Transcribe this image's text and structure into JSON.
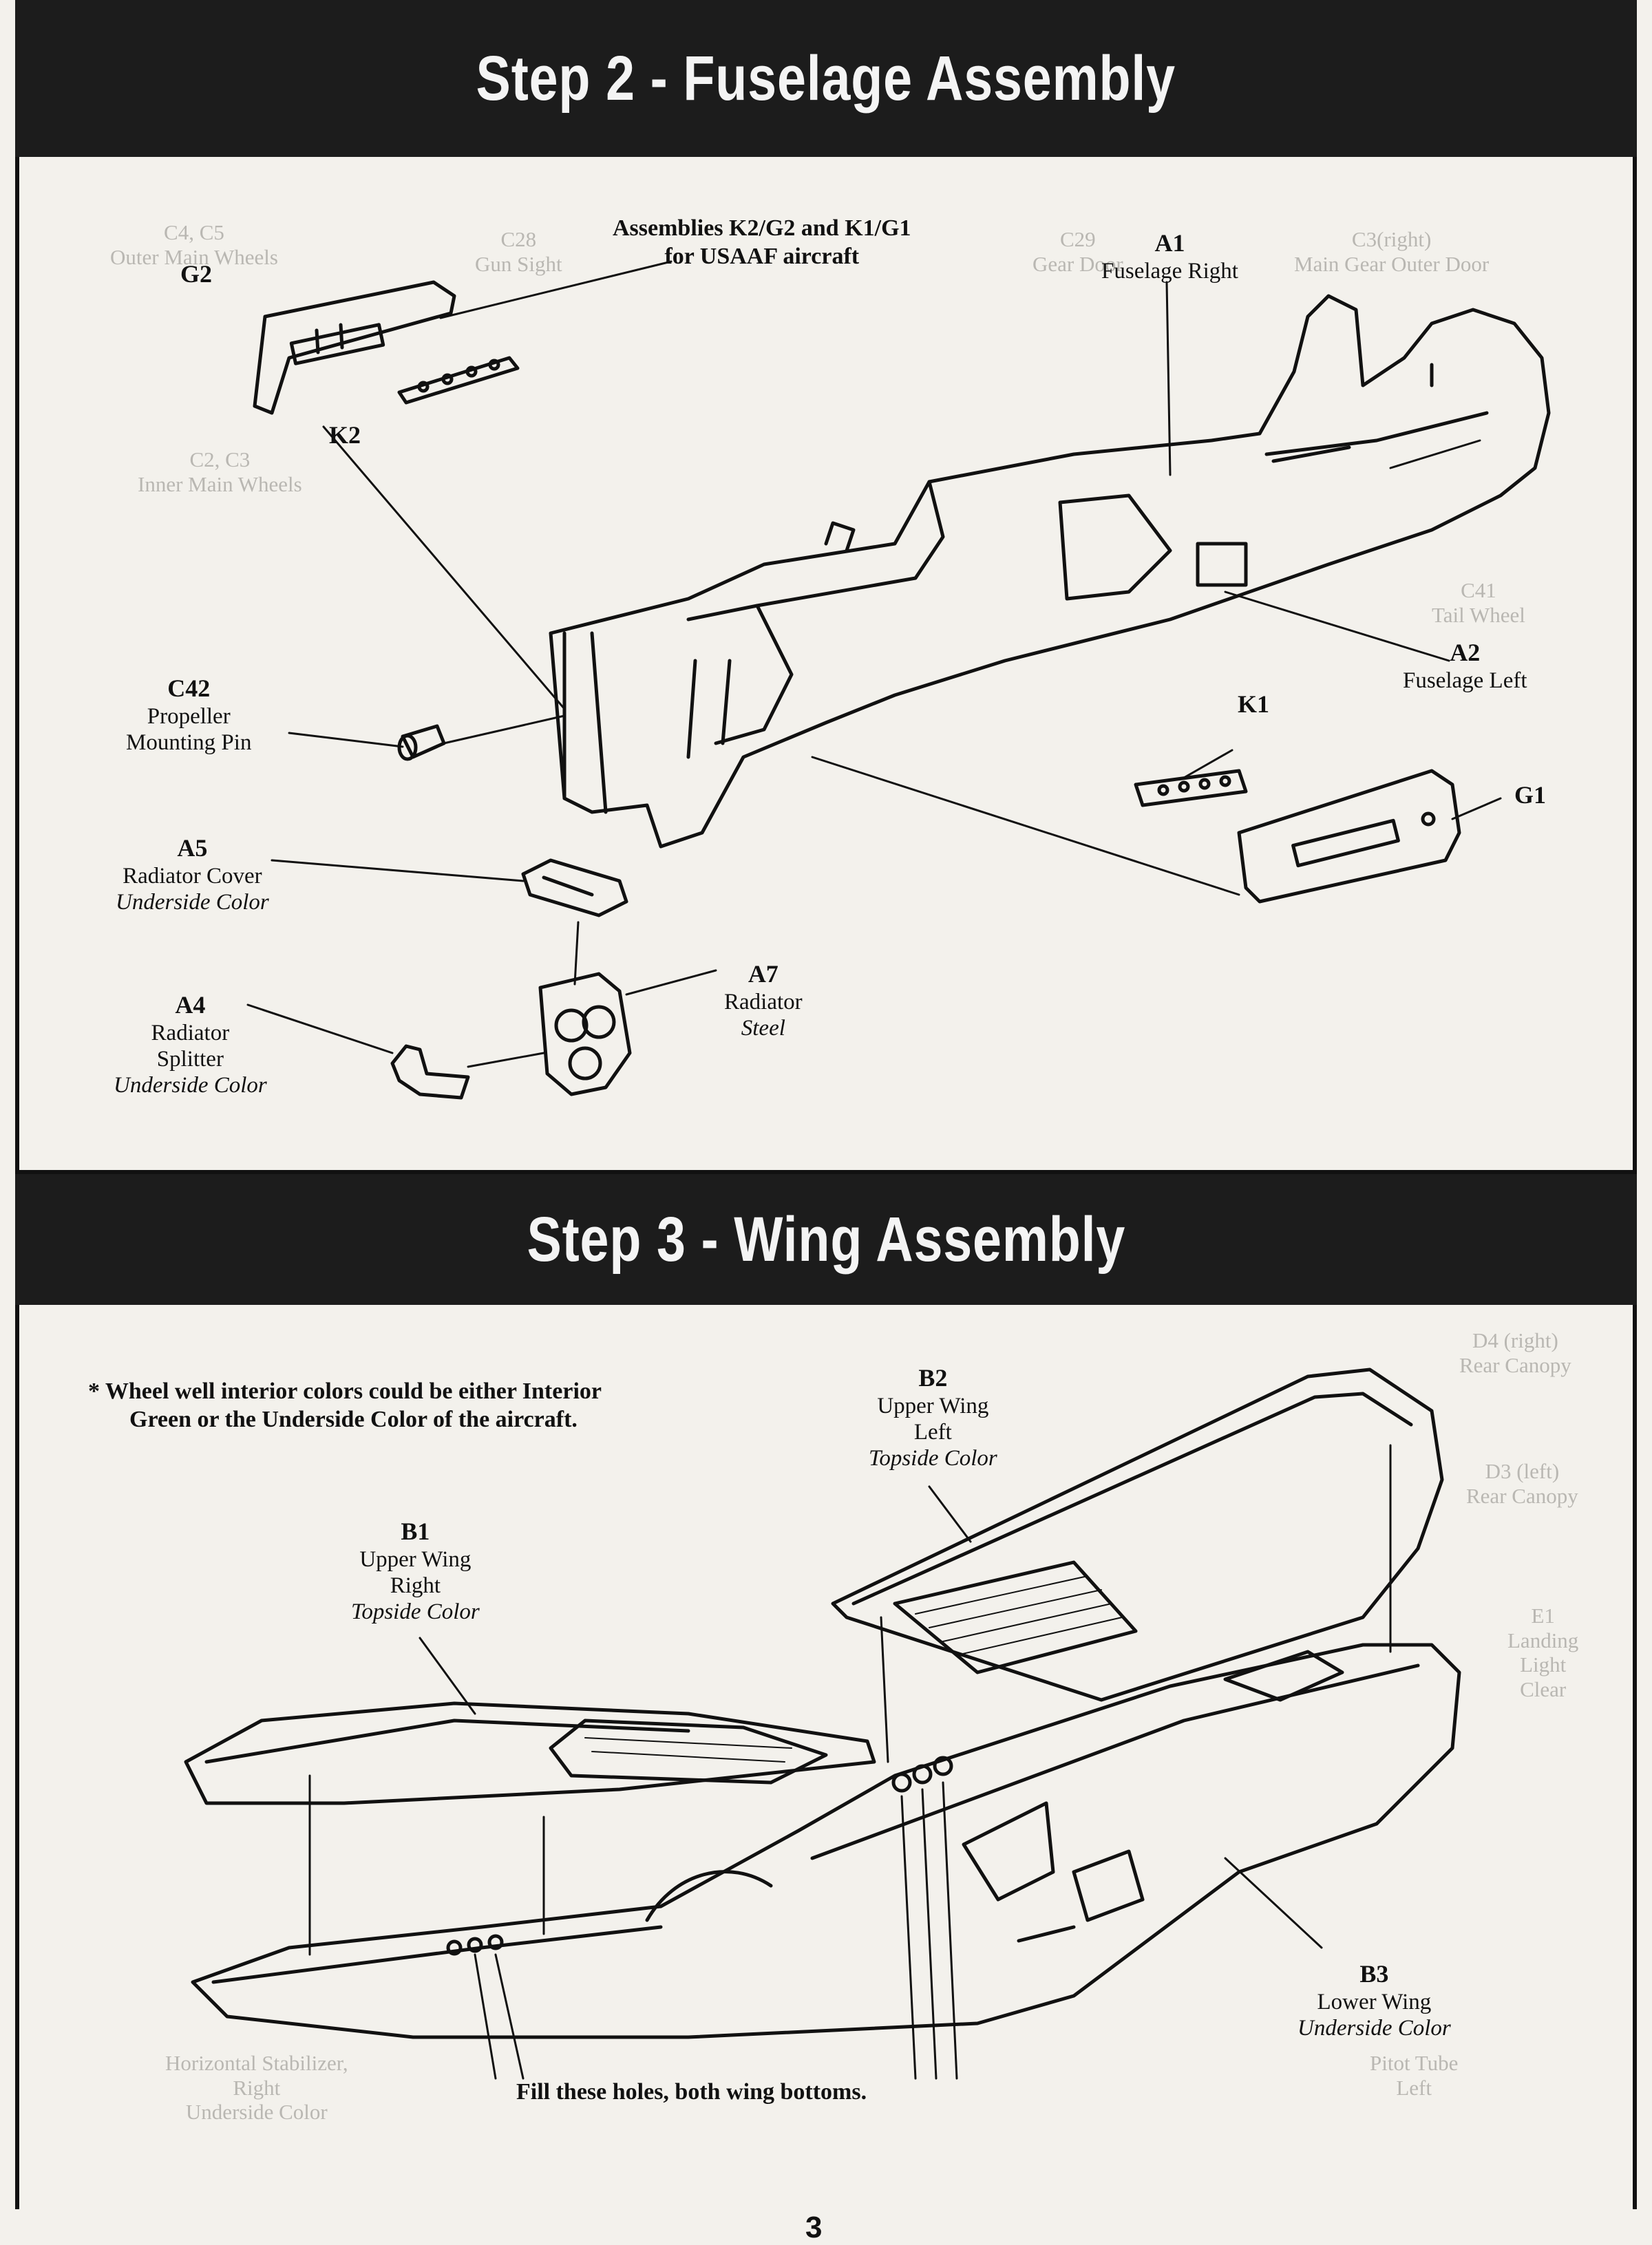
{
  "step2": {
    "title": "Step 2 - Fuselage  Assembly",
    "note_line1": "Assemblies K2/G2 and K1/G1",
    "note_line2": "for USAAF aircraft",
    "parts": {
      "g2": {
        "code": "G2"
      },
      "k2": {
        "code": "K2"
      },
      "a1": {
        "code": "A1",
        "name": "Fuselage Right"
      },
      "a2": {
        "code": "A2",
        "name": "Fuselage Left"
      },
      "c42": {
        "code": "C42",
        "name1": "Propeller",
        "name2": "Mounting Pin"
      },
      "k1": {
        "code": "K1"
      },
      "g1": {
        "code": "G1"
      },
      "a5": {
        "code": "A5",
        "name": "Radiator Cover",
        "color": "Underside Color"
      },
      "a7": {
        "code": "A7",
        "name": "Radiator",
        "color": "Steel"
      },
      "a4": {
        "code": "A4",
        "name1": "Radiator",
        "name2": "Splitter",
        "color": "Underside Color"
      }
    }
  },
  "step3": {
    "title": "Step 3 - Wing Assembly",
    "note_line1": "* Wheel well interior colors could be either Interior",
    "note_line2": "Green or the Underside Color of the aircraft.",
    "parts": {
      "b2": {
        "code": "B2",
        "name1": "Upper Wing",
        "name2": "Left",
        "color": "Topside Color"
      },
      "b1": {
        "code": "B1",
        "name1": "Upper Wing",
        "name2": "Right",
        "color": "Topside Color"
      },
      "b3": {
        "code": "B3",
        "name": "Lower Wing",
        "color": "Underside Color"
      }
    },
    "footer_note": "Fill these holes, both wing bottoms."
  },
  "page_number": "3",
  "colors": {
    "banner": "#1c1c1c",
    "paper": "#f3f1ec",
    "ink": "#111111",
    "ghost": "#b9b7b2"
  }
}
